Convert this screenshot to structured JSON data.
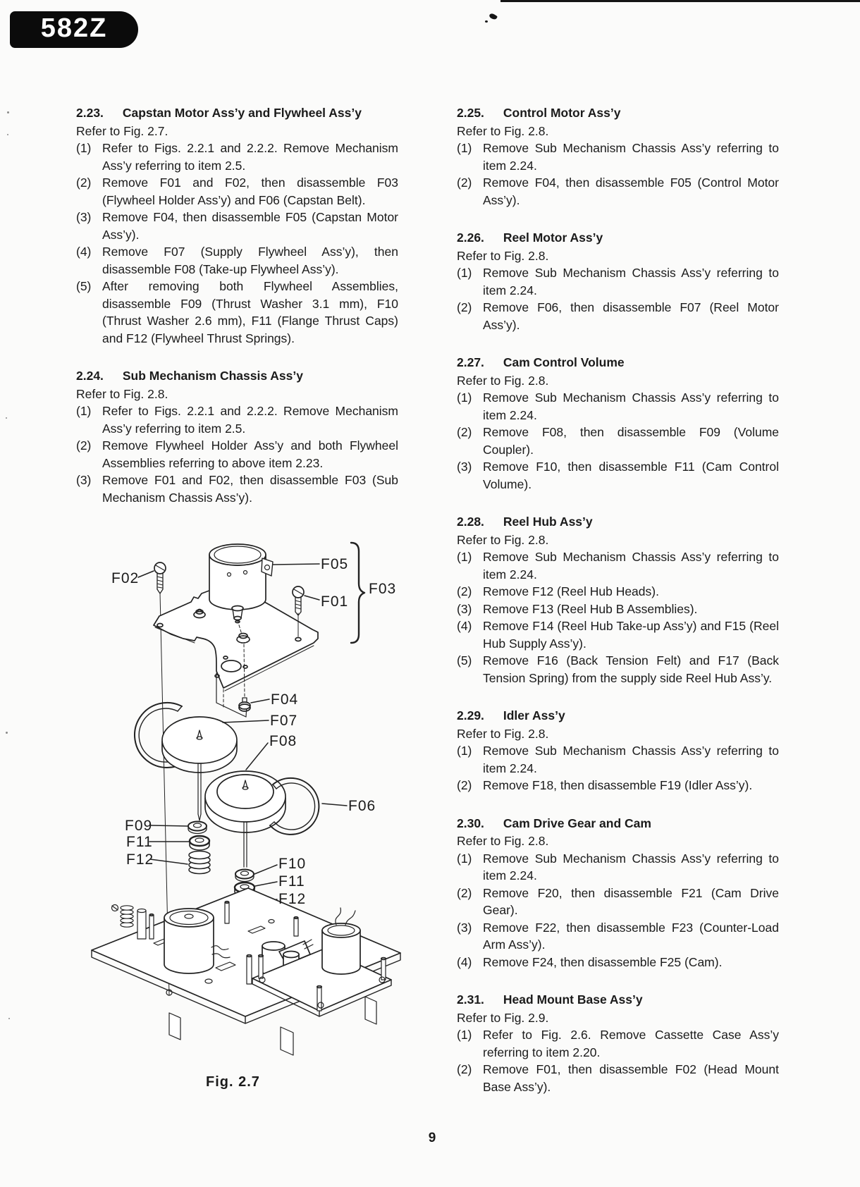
{
  "page": {
    "model_badge": "582Z",
    "page_number": "9"
  },
  "left_column": {
    "sections": [
      {
        "number": "2.23.",
        "title": "Capstan Motor Ass’y and Flywheel Ass’y",
        "refer": "Refer to Fig. 2.7.",
        "items": [
          {
            "num": "(1)",
            "text": "Refer to Figs. 2.2.1 and 2.2.2. Remove Mechanism Ass’y referring to item 2.5."
          },
          {
            "num": "(2)",
            "text": "Remove F01 and F02, then disassemble F03 (Flywheel Holder Ass’y) and F06 (Capstan Belt)."
          },
          {
            "num": "(3)",
            "text": "Remove F04, then disassemble F05 (Capstan Motor Ass’y)."
          },
          {
            "num": "(4)",
            "text": "Remove F07 (Supply Flywheel Ass’y), then disassemble F08 (Take-up Flywheel Ass’y)."
          },
          {
            "num": "(5)",
            "text": "After removing both Flywheel Assemblies, disassemble F09 (Thrust Washer 3.1 mm), F10 (Thrust Washer 2.6 mm), F11 (Flange Thrust Caps) and F12 (Flywheel Thrust Springs)."
          }
        ]
      },
      {
        "number": "2.24.",
        "title": "Sub Mechanism Chassis Ass’y",
        "refer": "Refer to Fig. 2.8.",
        "items": [
          {
            "num": "(1)",
            "text": "Refer to Figs. 2.2.1 and 2.2.2. Remove Mechanism Ass’y referring to item 2.5."
          },
          {
            "num": "(2)",
            "text": "Remove Flywheel Holder Ass’y and both Flywheel Assemblies referring to above item 2.23."
          },
          {
            "num": "(3)",
            "text": "Remove F01 and F02, then disassemble F03 (Sub Mechanism Chassis Ass’y)."
          }
        ]
      }
    ]
  },
  "right_column": {
    "sections": [
      {
        "number": "2.25.",
        "title": "Control Motor Ass’y",
        "refer": "Refer to Fig. 2.8.",
        "items": [
          {
            "num": "(1)",
            "text": "Remove Sub Mechanism Chassis Ass’y referring to item 2.24."
          },
          {
            "num": "(2)",
            "text": "Remove F04, then disassemble F05 (Control Motor Ass’y)."
          }
        ]
      },
      {
        "number": "2.26.",
        "title": "Reel Motor Ass’y",
        "refer": "Refer to Fig. 2.8.",
        "items": [
          {
            "num": "(1)",
            "text": "Remove Sub Mechanism Chassis Ass’y referring to item 2.24."
          },
          {
            "num": "(2)",
            "text": "Remove F06, then disassemble F07 (Reel Motor Ass’y)."
          }
        ]
      },
      {
        "number": "2.27.",
        "title": "Cam Control Volume",
        "refer": "Refer to Fig. 2.8.",
        "items": [
          {
            "num": "(1)",
            "text": "Remove Sub Mechanism Chassis Ass’y referring to item 2.24."
          },
          {
            "num": "(2)",
            "text": "Remove F08, then disassemble F09 (Volume Coupler)."
          },
          {
            "num": "(3)",
            "text": "Remove F10, then disassemble F11 (Cam Control Volume)."
          }
        ]
      },
      {
        "number": "2.28.",
        "title": "Reel Hub Ass’y",
        "refer": "Refer to Fig. 2.8.",
        "items": [
          {
            "num": "(1)",
            "text": "Remove Sub Mechanism Chassis Ass’y referring to item 2.24."
          },
          {
            "num": "(2)",
            "text": "Remove F12 (Reel Hub Heads)."
          },
          {
            "num": "(3)",
            "text": "Remove F13 (Reel Hub B Assemblies)."
          },
          {
            "num": "(4)",
            "text": "Remove F14 (Reel Hub Take-up Ass’y) and F15 (Reel Hub Supply Ass’y)."
          },
          {
            "num": "(5)",
            "text": "Remove F16 (Back Tension Felt) and F17 (Back Tension Spring) from the supply side Reel Hub Ass’y."
          }
        ]
      },
      {
        "number": "2.29.",
        "title": "Idler Ass’y",
        "refer": "Refer to Fig. 2.8.",
        "items": [
          {
            "num": "(1)",
            "text": "Remove Sub Mechanism Chassis Ass’y referring to item 2.24."
          },
          {
            "num": "(2)",
            "text": "Remove F18, then disassemble F19 (Idler Ass’y)."
          }
        ]
      },
      {
        "number": "2.30.",
        "title": "Cam Drive Gear and Cam",
        "refer": "Refer to Fig. 2.8.",
        "items": [
          {
            "num": "(1)",
            "text": "Remove Sub Mechanism Chassis Ass’y referring to item 2.24."
          },
          {
            "num": "(2)",
            "text": "Remove F20, then disassemble F21 (Cam Drive Gear)."
          },
          {
            "num": "(3)",
            "text": "Remove F22, then disassemble F23 (Counter-Load Arm Ass’y)."
          },
          {
            "num": "(4)",
            "text": "Remove F24, then disassemble F25 (Cam)."
          }
        ]
      },
      {
        "number": "2.31.",
        "title": "Head Mount Base Ass’y",
        "refer": "Refer to Fig. 2.9.",
        "items": [
          {
            "num": "(1)",
            "text": "Refer to Fig. 2.6. Remove Cassette Case Ass’y referring to item 2.20."
          },
          {
            "num": "(2)",
            "text": "Remove F01, then disassemble F02 (Head Mount Base Ass’y)."
          }
        ]
      }
    ]
  },
  "figure": {
    "caption": "Fig. 2.7",
    "labels": {
      "f01": "F01",
      "f02": "F02",
      "f03": "F03",
      "f04": "F04",
      "f05": "F05",
      "f06": "F06",
      "f07": "F07",
      "f08": "F08",
      "f09": "F09",
      "f10": "F10",
      "f11": "F11",
      "f12": "F12"
    }
  }
}
